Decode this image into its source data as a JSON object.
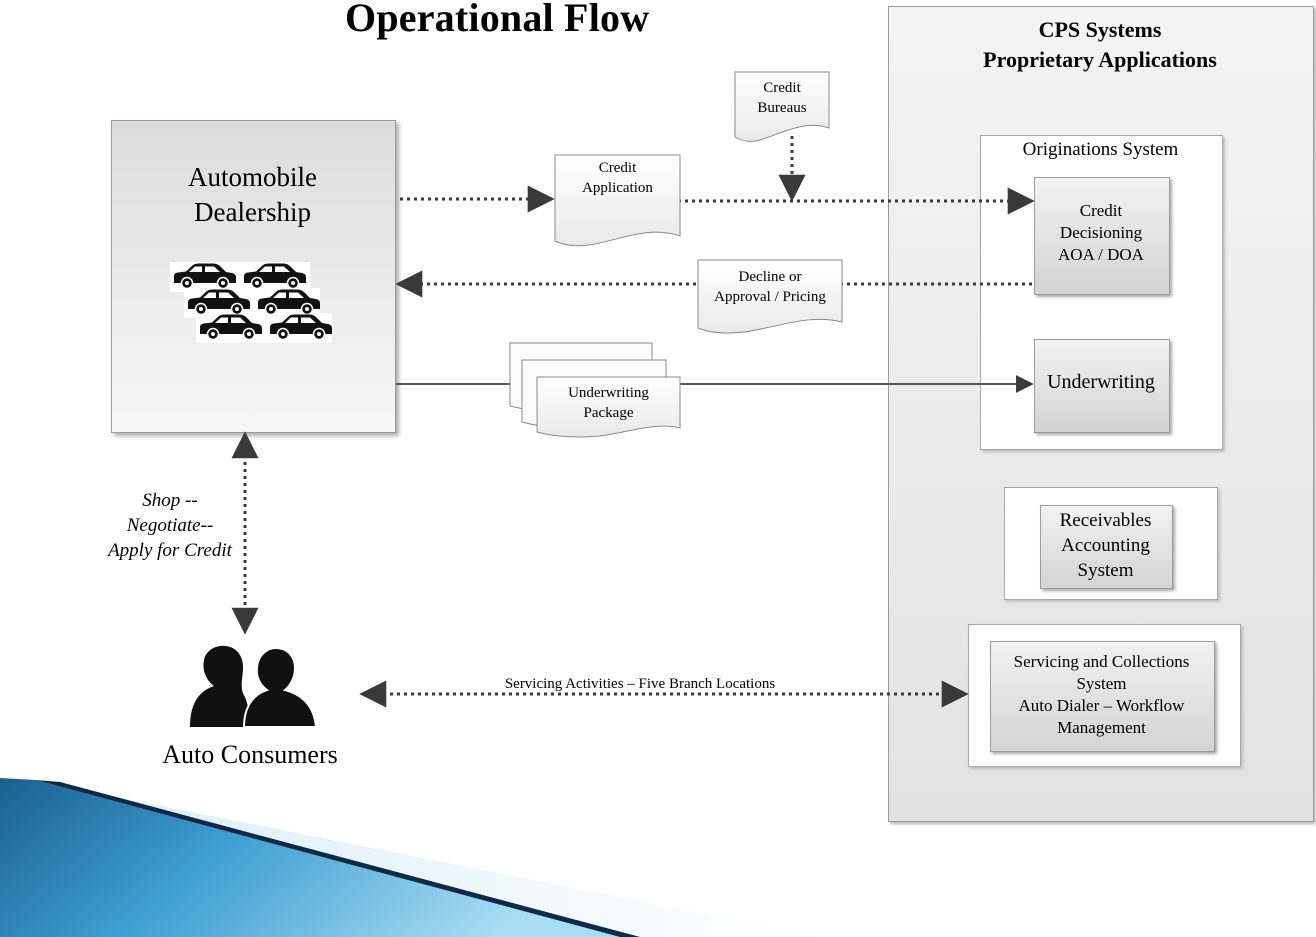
{
  "title": "Operational Flow",
  "cps": {
    "title_line1": "CPS Systems",
    "title_line2": "Proprietary Applications"
  },
  "dealership": {
    "line1": "Automobile",
    "line2": "Dealership"
  },
  "credit_bureaus": {
    "line1": "Credit",
    "line2": "Bureaus"
  },
  "credit_application": {
    "line1": "Credit",
    "line2": "Application"
  },
  "decline_approval": {
    "line1": "Decline or",
    "line2": "Approval / Pricing"
  },
  "underwriting_package": {
    "line1": "Underwriting",
    "line2": "Package"
  },
  "originations": {
    "label": "Originations System",
    "credit_decisioning": {
      "line1": "Credit",
      "line2": "Decisioning",
      "line3": "AOA / DOA"
    },
    "underwriting": "Underwriting"
  },
  "receivables": {
    "line1": "Receivables",
    "line2": "Accounting",
    "line3": "System"
  },
  "servicing": {
    "line1": "Servicing and Collections",
    "line2": "System",
    "line3": "Auto Dialer – Workflow",
    "line4": "Management"
  },
  "shop_label": {
    "line1": "Shop --",
    "line2": "Negotiate--",
    "line3": "Apply for Credit"
  },
  "servicing_activities": "Servicing Activities – Five Branch Locations",
  "auto_consumers": "Auto Consumers",
  "colors": {
    "arrow": "#3a3a3a",
    "ribbon_dark": "#0d2a4a",
    "ribbon_light": "#7cc3e8"
  }
}
